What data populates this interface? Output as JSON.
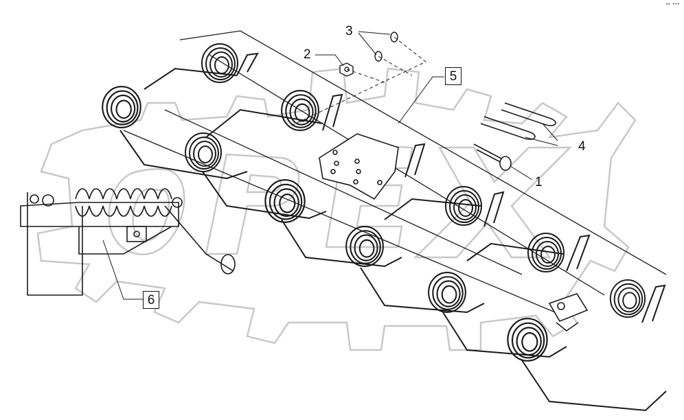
{
  "watermark": {
    "text": "OPEX"
  },
  "corner_mark": "•• •••",
  "callouts": {
    "part_1": "1",
    "part_2": "2",
    "part_3": "3",
    "part_4": "4",
    "part_5": "5",
    "part_6": "6"
  },
  "colors": {
    "line": "#1a1a1a",
    "watermark": "#c8c8c8",
    "background": "#ffffff"
  }
}
